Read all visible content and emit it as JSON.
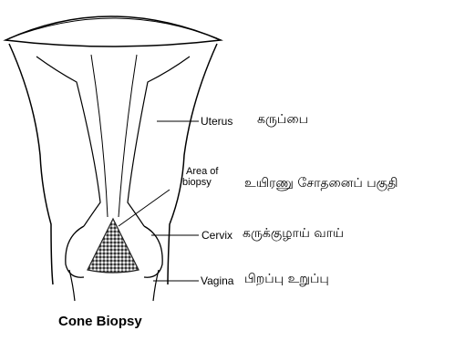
{
  "diagram": {
    "title": "Cone Biopsy",
    "labels": {
      "uterus": {
        "en": "Uterus",
        "ta": "கருப்பை"
      },
      "biopsy": {
        "en_line1": "Area of",
        "en_line2": "biopsy",
        "ta": "உயிரணு சோதனைப் பகுதி"
      },
      "cervix": {
        "en": "Cervix",
        "ta": "கருக்குழாய் வாய்"
      },
      "vagina": {
        "en": "Vagina",
        "ta": "பிறப்பு உறுப்பு"
      }
    }
  },
  "colors": {
    "ink": "#000000",
    "background": "#ffffff",
    "stipple": "#555555"
  }
}
